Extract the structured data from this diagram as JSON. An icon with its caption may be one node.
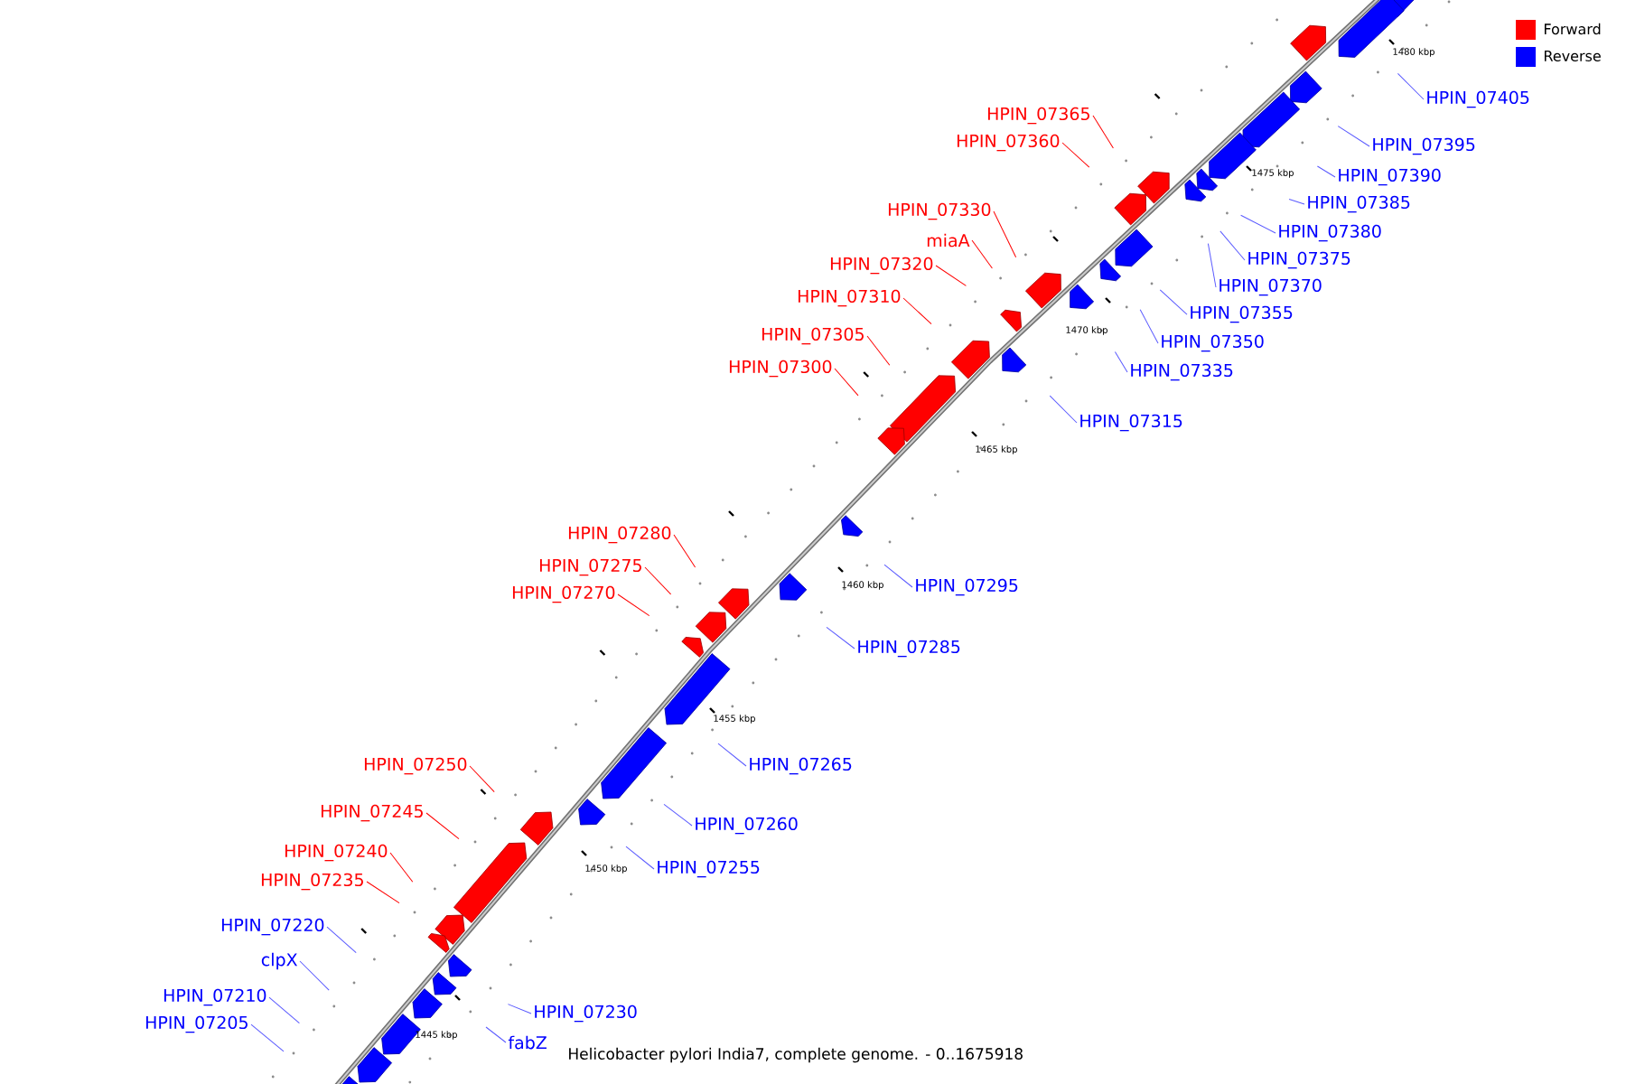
{
  "diagram": {
    "caption": "Helicobacter pylori India7, complete genome. - 0..1675918",
    "nodes": [
      {
        "text": [
          "HPIN_07405"
        ]
      },
      {
        "text": [
          "HPIN_07365"
        ]
      },
      {
        "text": [
          "HPIN_07360"
        ]
      },
      {
        "text": [
          "HPIN_07395"
        ]
      },
      {
        "text": [
          "HPIN_07390"
        ]
      },
      {
        "text": [
          "HPIN_07385"
        ]
      },
      {
        "text": [
          "HPIN_07330"
        ]
      },
      {
        "text": [
          "HPIN_07380"
        ]
      },
      {
        "text": [
          "miaA"
        ]
      },
      {
        "text": [
          "HPIN_07375"
        ]
      },
      {
        "text": [
          "HPIN_07320"
        ]
      },
      {
        "text": [
          "HPIN_07370"
        ]
      },
      {
        "text": [
          "HPIN_07310"
        ]
      },
      {
        "text": [
          "HPIN_07355"
        ]
      },
      {
        "text": [
          "HPIN_07305"
        ]
      },
      {
        "text": [
          "HPIN_07350"
        ]
      },
      {
        "text": [
          "HPIN_07300"
        ]
      },
      {
        "text": [
          "HPIN_07335"
        ]
      },
      {
        "text": [
          "HPIN_07315"
        ]
      },
      {
        "text": [
          "HPIN_07280"
        ]
      },
      {
        "text": [
          "HPIN_07275"
        ]
      },
      {
        "text": [
          "HPIN_07295"
        ]
      },
      {
        "text": [
          "HPIN_07270"
        ]
      },
      {
        "text": [
          "HPIN_07285"
        ]
      },
      {
        "text": [
          "HPIN_07250"
        ]
      },
      {
        "text": [
          "HPIN_07265"
        ]
      },
      {
        "text": [
          "HPIN_07245"
        ]
      },
      {
        "text": [
          "HPIN_07260"
        ]
      },
      {
        "text": [
          "HPIN_07240"
        ]
      },
      {
        "text": [
          "HPIN_07255"
        ]
      },
      {
        "text": [
          "HPIN_07235"
        ]
      },
      {
        "text": [
          "HPIN_07220"
        ]
      },
      {
        "text": [
          "clpX"
        ]
      },
      {
        "text": [
          "HPIN_07210"
        ]
      },
      {
        "text": [
          "HPIN_07230"
        ]
      },
      {
        "text": [
          "HPIN_07205"
        ]
      },
      {
        "text": [
          "fabZ"
        ]
      }
    ],
    "edges": [
      {
        "from": 0,
        "to": null,
        "arrow": "none"
      },
      {
        "from": 1,
        "to": null,
        "arrow": "none",
        "color": "#ff0000"
      },
      {
        "from": 2,
        "to": null,
        "arrow": "none",
        "color": "#ff0000"
      },
      {
        "from": 3,
        "to": null,
        "arrow": "none"
      },
      {
        "from": 4,
        "to": null,
        "arrow": "none"
      },
      {
        "from": 5,
        "to": null,
        "arrow": "none"
      },
      {
        "from": 6,
        "to": null,
        "arrow": "none",
        "color": "#ff0000"
      },
      {
        "from": 7,
        "to": null,
        "arrow": "none"
      },
      {
        "from": 8,
        "to": null,
        "arrow": "none",
        "color": "#ff0000"
      },
      {
        "from": 9,
        "to": null,
        "arrow": "none"
      },
      {
        "from": 10,
        "to": null,
        "arrow": "none",
        "color": "#ff0000"
      },
      {
        "from": 11,
        "to": null,
        "arrow": "none"
      },
      {
        "from": 12,
        "to": null,
        "arrow": "none",
        "color": "#ff0000"
      },
      {
        "from": 13,
        "to": null,
        "arrow": "none"
      },
      {
        "from": 14,
        "to": null,
        "arrow": "none",
        "color": "#ff0000"
      },
      {
        "from": 15,
        "to": null,
        "arrow": "none"
      },
      {
        "from": 16,
        "to": null,
        "arrow": "none",
        "color": "#ff0000"
      },
      {
        "from": 17,
        "to": null,
        "arrow": "none"
      },
      {
        "from": 18,
        "to": null,
        "arrow": "none"
      },
      {
        "from": 19,
        "to": null,
        "arrow": "none",
        "color": "#ff0000"
      },
      {
        "from": 20,
        "to": null,
        "arrow": "none",
        "color": "#ff0000"
      },
      {
        "from": 21,
        "to": null,
        "arrow": "none"
      },
      {
        "from": 22,
        "to": null,
        "arrow": "none",
        "color": "#ff0000"
      },
      {
        "from": 23,
        "to": null,
        "arrow": "none"
      },
      {
        "from": 24,
        "to": null,
        "arrow": "none",
        "color": "#ff0000"
      },
      {
        "from": 25,
        "to": null,
        "arrow": "none"
      },
      {
        "from": 26,
        "to": null,
        "arrow": "none",
        "color": "#ff0000"
      },
      {
        "from": 27,
        "to": null,
        "arrow": "none"
      },
      {
        "from": 28,
        "to": null,
        "arrow": "none",
        "color": "#ff0000"
      },
      {
        "from": 29,
        "to": null,
        "arrow": "none"
      },
      {
        "from": 30,
        "to": null,
        "arrow": "none",
        "color": "#ff0000"
      },
      {
        "from": 31,
        "to": null,
        "arrow": "none"
      },
      {
        "from": 32,
        "to": null,
        "arrow": "none"
      },
      {
        "from": 33,
        "to": null,
        "arrow": "none"
      },
      {
        "from": 34,
        "to": null,
        "arrow": "none"
      },
      {
        "from": 35,
        "to": null,
        "arrow": "none"
      },
      {
        "from": 36,
        "to": null,
        "arrow": "none"
      }
    ],
    "labels": [
      "1480 kbp",
      "1475 kbp",
      "1470 kbp",
      "1465 kbp",
      "1460 kbp",
      "1455 kbp",
      "1450 kbp",
      "1445 kbp"
    ],
    "legend": [
      {
        "text": "Forward",
        "color": "#ff0000"
      },
      {
        "text": "Reverse",
        "color": "#0000ff"
      }
    ]
  }
}
